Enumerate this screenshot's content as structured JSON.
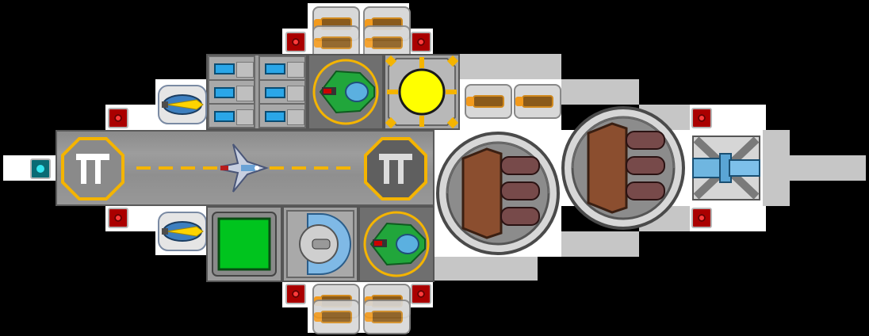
{
  "scene": {
    "background": "#000000",
    "hull_white": "#ffffff",
    "hull_grey": "#c6c6c6",
    "accent_yellow": "#f4b400",
    "accent_red": "#cc0000",
    "accent_cyan": "#2fd6e0",
    "accent_green": "#1fa83a",
    "accent_rust": "#8a4b2a"
  },
  "ship": {
    "modules": [
      {
        "name": "launch-runway",
        "icon": "runway-icon"
      },
      {
        "name": "fighter-craft",
        "icon": "fighter-jet-icon"
      },
      {
        "name": "hangar-pad-left",
        "icon": "hangar-pad-icon"
      },
      {
        "name": "hangar-pad-right",
        "icon": "hangar-pad-icon"
      },
      {
        "name": "reactor-core",
        "icon": "yellow-reactor-icon"
      },
      {
        "name": "green-turret-top",
        "icon": "green-turret-icon"
      },
      {
        "name": "green-turret-bottom",
        "icon": "green-turret-icon"
      },
      {
        "name": "shield-generator",
        "icon": "shield-dome-icon"
      },
      {
        "name": "green-storage-crate",
        "icon": "green-crate-icon"
      },
      {
        "name": "heavy-cannon-left",
        "icon": "triple-barrel-cannon-icon"
      },
      {
        "name": "heavy-cannon-right",
        "icon": "triple-barrel-cannon-icon"
      },
      {
        "name": "engine-drive",
        "icon": "blue-engine-icon"
      }
    ]
  }
}
